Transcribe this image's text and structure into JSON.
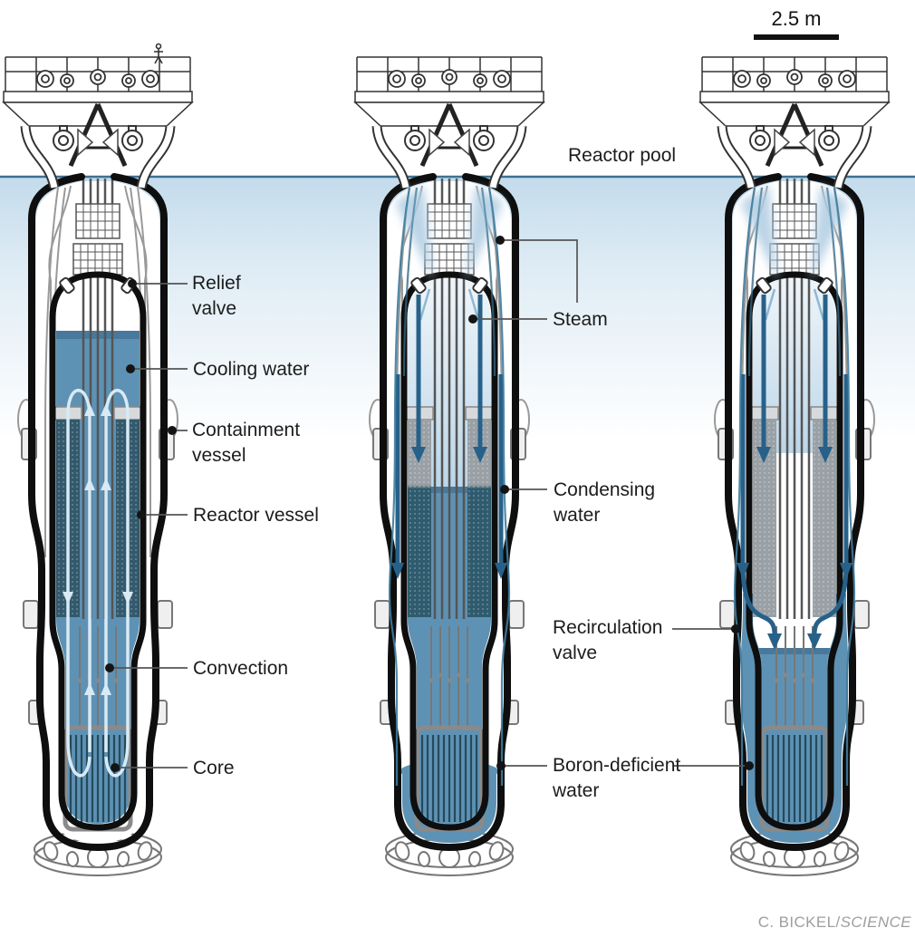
{
  "figure": {
    "scale_bar": "2.5 m",
    "pool_label": "Reactor pool",
    "credit_author": "C. BICKEL/",
    "credit_publication": "SCIENCE"
  },
  "labels": {
    "relief_valve": {
      "lines": [
        "Relief",
        "valve"
      ]
    },
    "cooling_water": {
      "text": "Cooling water"
    },
    "containment_vessel": {
      "lines": [
        "Containment",
        "vessel"
      ]
    },
    "reactor_vessel": {
      "text": "Reactor vessel"
    },
    "convection": {
      "text": "Convection"
    },
    "core": {
      "text": "Core"
    },
    "steam": {
      "text": "Steam"
    },
    "condensing_water": {
      "lines": [
        "Condensing",
        "water"
      ]
    },
    "recirculation_valve": {
      "lines": [
        "Recirculation",
        "valve"
      ]
    },
    "boron_deficient_water": {
      "lines": [
        "Boron-deficient",
        "water"
      ]
    }
  },
  "colors": {
    "water": "#5e92b4",
    "water_surface": "#48799c",
    "flow_arrow_dark": "#27618a",
    "flow_arrow_light": "#d8eaf5",
    "steam_fill": "#bcd6e8",
    "pool_line": "#3d7191",
    "pool_fill_top": "#c3dbeb",
    "heat_exchanger_wet": "#33596c",
    "heat_exchanger_dry": "#9aa1a6",
    "vessel_outline": "#0e0e0e",
    "label_text": "#1c1c1c",
    "credit_text": "#9e9e9e"
  }
}
